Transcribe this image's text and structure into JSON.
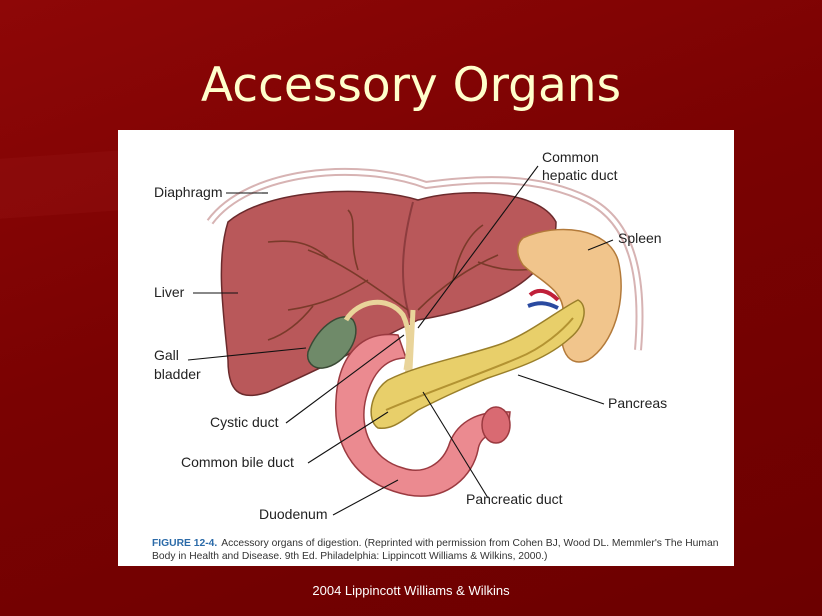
{
  "slide": {
    "title": "Accessory Organs",
    "footer": "2004 Lippincott Williams & Wilkins"
  },
  "figure": {
    "labels": {
      "diaphragm": "Diaphragm",
      "liver": "Liver",
      "gall_bladder_1": "Gall",
      "gall_bladder_2": "bladder",
      "cystic_duct": "Cystic duct",
      "common_bile_duct": "Common bile duct",
      "duodenum": "Duodenum",
      "common_hepatic_duct_1": "Common",
      "common_hepatic_duct_2": "hepatic duct",
      "spleen": "Spleen",
      "pancreas": "Pancreas",
      "pancreatic_duct": "Pancreatic duct"
    },
    "caption": {
      "label": "FIGURE 12-4.",
      "text": "Accessory organs of digestion. (Reprinted with permission from Cohen BJ, Wood DL. Memmler's The Human Body in Health and Disease. 9th Ed. Philadelphia: Lippincott Williams & Wilkins, 2000.)"
    }
  },
  "colors": {
    "background": "#7a0000",
    "title": "#ffffcc",
    "liver": "#b9585a",
    "spleen": "#f1c58c",
    "pancreas": "#e8cf6a",
    "duodenum": "#eb8a90",
    "gall_bladder": "#6f8a69"
  }
}
